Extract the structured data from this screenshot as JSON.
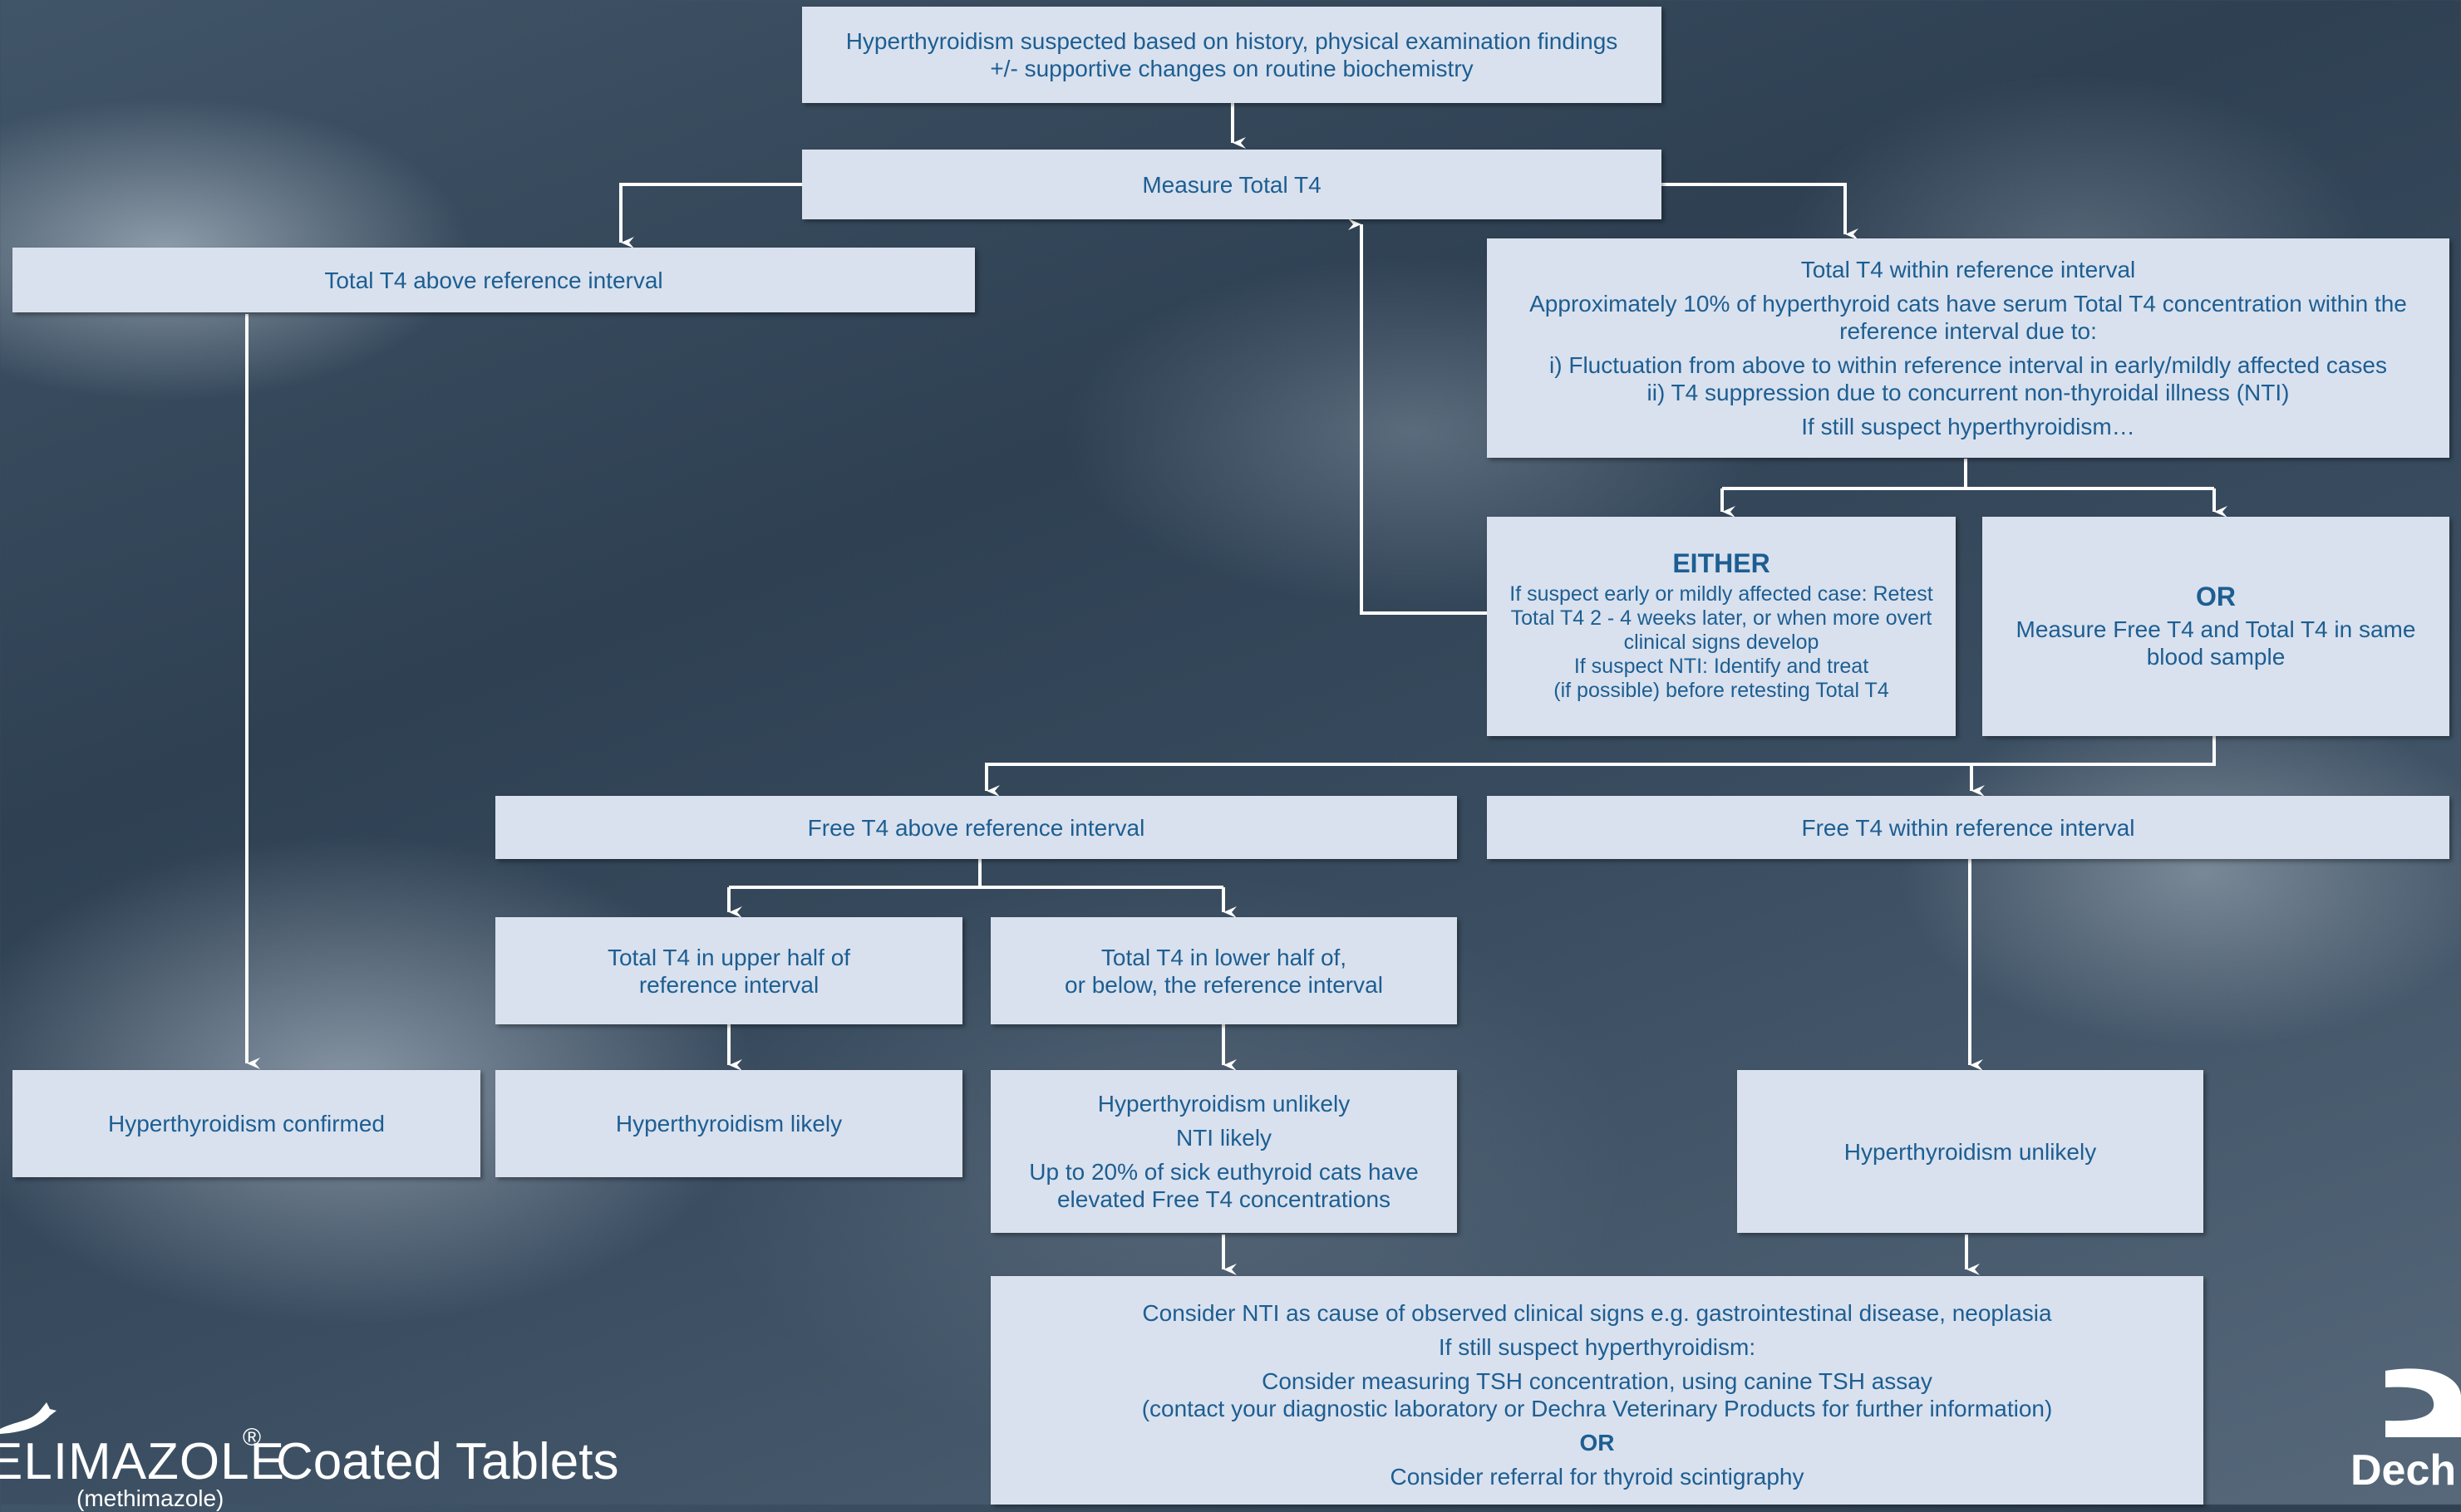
{
  "nodes": {
    "suspected": [
      "Hyperthyroidism suspected based on history, physical examination findings",
      "+/- supportive changes on routine biochemistry"
    ],
    "measure_total": "Measure Total T4",
    "total_above": "Total T4 above reference interval",
    "total_within": {
      "title": "Total T4 within reference interval",
      "lines": [
        "Approximately 10% of hyperthyroid cats have serum Total T4 concentration within the",
        "reference interval due to:",
        "i) Fluctuation from above to within reference interval in early/mildly affected cases",
        "ii) T4 suppression due to concurrent non-thyroidal illness (NTI)",
        "If still suspect hyperthyroidism…"
      ]
    },
    "either": {
      "heading": "EITHER",
      "lines": [
        "If suspect early or mildly affected case: Retest",
        "Total T4 2 - 4 weeks later, or when more overt",
        "clinical signs develop",
        "If suspect NTI: Identify and treat",
        "(if possible) before retesting Total T4"
      ]
    },
    "or": {
      "heading": "OR",
      "lines": [
        "Measure Free T4 and Total T4 in same",
        "blood sample"
      ]
    },
    "free_above": "Free T4 above reference interval",
    "free_within": "Free T4 within reference interval",
    "upper_half": [
      "Total T4 in upper half of",
      "reference interval"
    ],
    "lower_half": [
      "Total T4 in lower half of,",
      "or below, the reference interval"
    ],
    "confirmed": "Hyperthyroidism confirmed",
    "likely": "Hyperthyroidism likely",
    "unlikely_nti": {
      "lines": [
        "Hyperthyroidism unlikely",
        "NTI likely",
        "Up to 20% of sick euthyroid cats have",
        "elevated Free T4 concentrations"
      ]
    },
    "unlikely": "Hyperthyroidism unlikely",
    "consider": {
      "lines": [
        "Consider NTI as cause of observed clinical signs e.g. gastrointestinal disease, neoplasia",
        "If still suspect hyperthyroidism:",
        "Consider measuring TSH concentration, using canine TSH assay",
        "(contact your diagnostic laboratory or Dechra Veterinary Products for further information)",
        "OR",
        "Consider referral for thyroid scintigraphy"
      ]
    }
  },
  "branding": {
    "product": "ELIMAZOLE",
    "registered": "®",
    "suffix": "Coated Tablets",
    "generic": "(methimazole)",
    "company": "Dech"
  },
  "colors": {
    "box_fill": "#d9e1ee",
    "box_text": "#1d5e92",
    "connector": "#ffffff"
  }
}
